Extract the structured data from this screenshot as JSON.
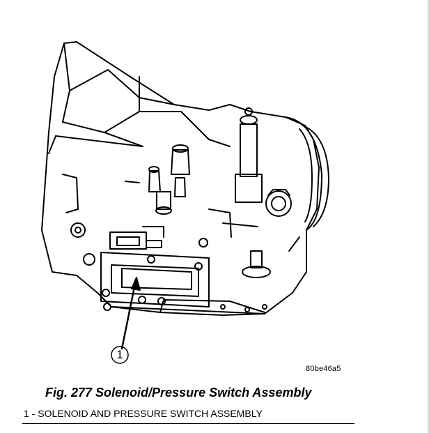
{
  "figure": {
    "callout": "1",
    "image_code": "80be46a5",
    "title": "Fig. 277 Solenoid/Pressure Switch Assembly",
    "legend": "1 - SOLENOID AND PRESSURE SWITCH ASSEMBLY"
  }
}
